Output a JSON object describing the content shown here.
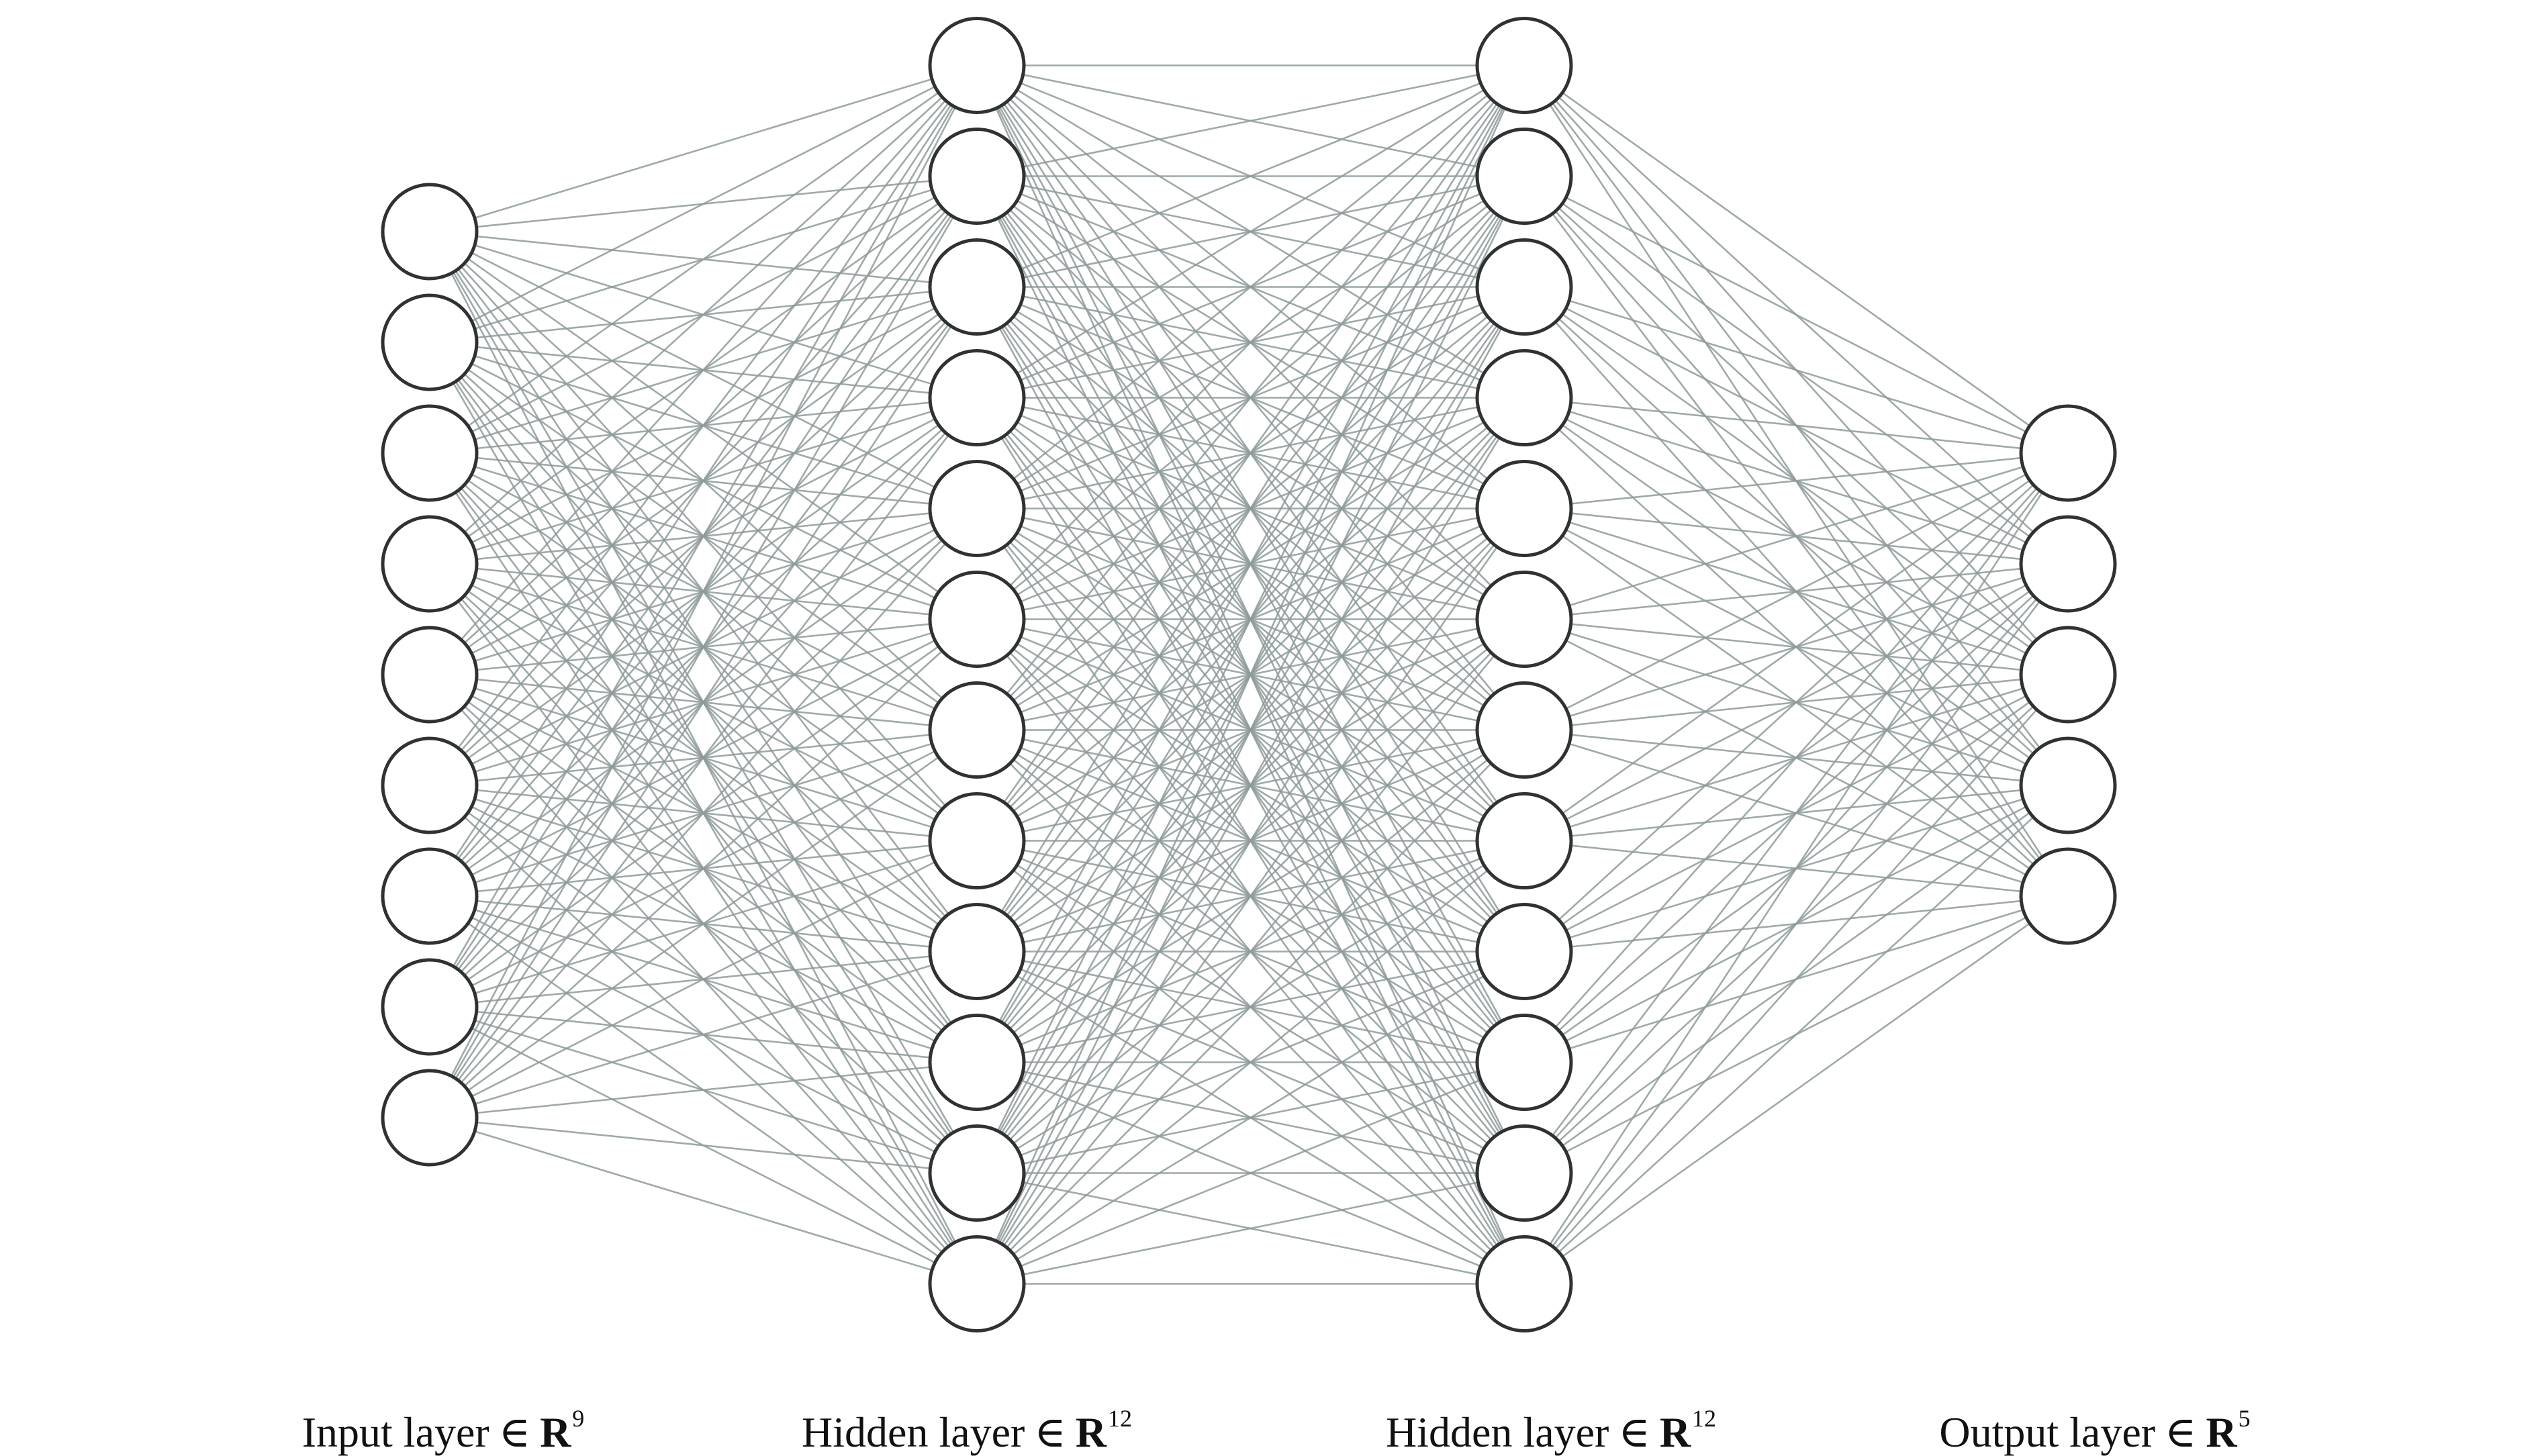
{
  "network": {
    "layers": [
      {
        "name": "Input layer",
        "size": 9,
        "set_symbol": "R",
        "relation": "∈",
        "dimension": "9"
      },
      {
        "name": "Hidden layer",
        "size": 12,
        "set_symbol": "R",
        "relation": "∈",
        "dimension": "12"
      },
      {
        "name": "Hidden layer",
        "size": 12,
        "set_symbol": "R",
        "relation": "∈",
        "dimension": "12"
      },
      {
        "name": "Output layer",
        "size": 5,
        "set_symbol": "R",
        "relation": "∈",
        "dimension": "5"
      }
    ],
    "connectivity": "fully-connected",
    "colors": {
      "edge": "#8e9a9a",
      "node_stroke": "#2f3133",
      "node_fill": "#ffffff",
      "text": "#111111"
    }
  }
}
